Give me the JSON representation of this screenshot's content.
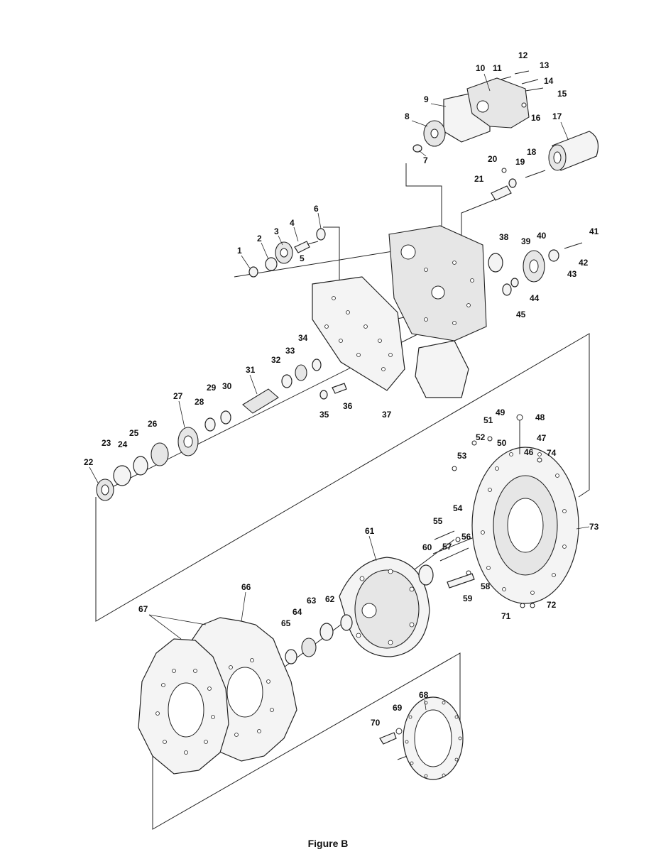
{
  "caption": "Figure B",
  "callouts": [
    "1",
    "2",
    "3",
    "4",
    "5",
    "6",
    "7",
    "8",
    "9",
    "10",
    "11",
    "12",
    "13",
    "14",
    "15",
    "16",
    "17",
    "18",
    "19",
    "20",
    "21",
    "22",
    "23",
    "24",
    "25",
    "26",
    "27",
    "28",
    "29",
    "30",
    "31",
    "32",
    "33",
    "34",
    "35",
    "36",
    "37",
    "38",
    "39",
    "40",
    "41",
    "42",
    "43",
    "44",
    "45",
    "46",
    "47",
    "48",
    "49",
    "50",
    "51",
    "52",
    "53",
    "54",
    "55",
    "56",
    "57",
    "58",
    "59",
    "60",
    "61",
    "62",
    "63",
    "64",
    "65",
    "66",
    "67",
    "68",
    "69",
    "70",
    "71",
    "72",
    "73",
    "74"
  ]
}
